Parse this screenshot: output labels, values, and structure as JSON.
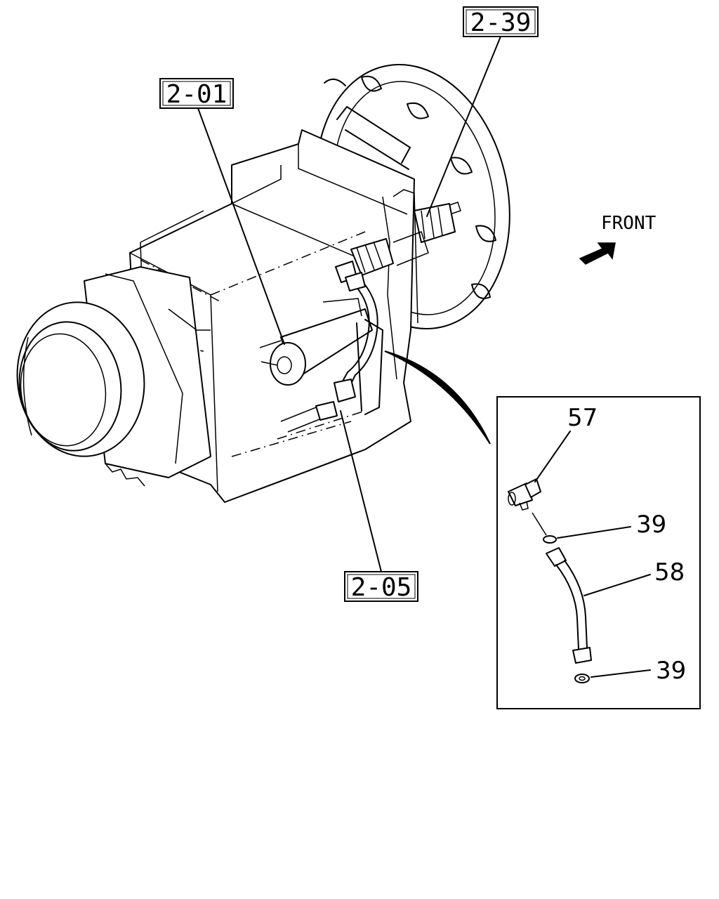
{
  "refs": {
    "ref_2_39": "2-39",
    "ref_2_01": "2-01",
    "ref_2_05": "2-05"
  },
  "front_label": "FRONT",
  "detail": {
    "part_57": "57",
    "part_39_upper": "39",
    "part_58": "58",
    "part_39_lower": "39"
  }
}
